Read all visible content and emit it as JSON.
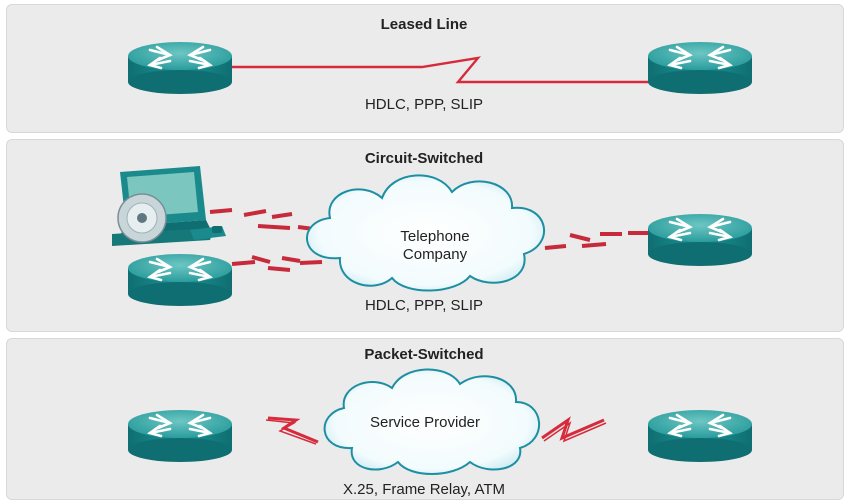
{
  "panels": [
    {
      "title": "Leased Line",
      "protocols": "HDLC, PPP, SLIP"
    },
    {
      "title": "Circuit-Switched",
      "protocols": "HDLC, PPP, SLIP",
      "cloud_label_line1": "Telephone",
      "cloud_label_line2": "Company"
    },
    {
      "title": "Packet-Switched",
      "protocols": "X.25, Frame Relay, ATM",
      "cloud_label": "Service Provider"
    }
  ],
  "colors": {
    "panel_bg": "#ebebeb",
    "router_body": "#1a8a8c",
    "router_top": "#4fb3b1",
    "link_red": "#d62b3c",
    "cloud_edge": "#1d8fa3"
  },
  "icons": [
    "router-icon",
    "computer-icon",
    "cloud-icon",
    "serial-link-icon",
    "dashed-dialup-link-icon"
  ]
}
